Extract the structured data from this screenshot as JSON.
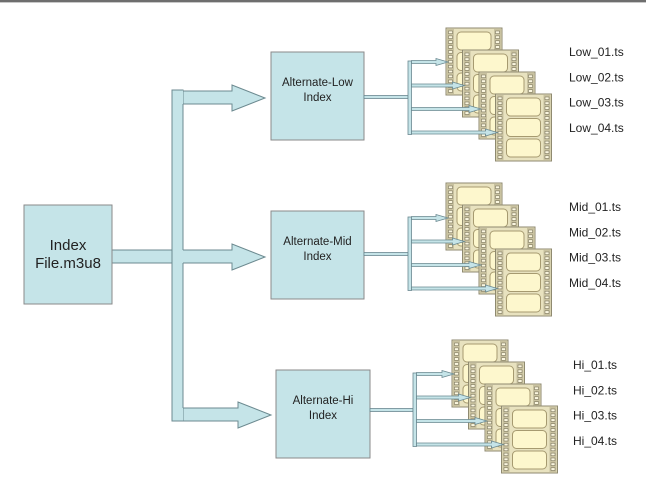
{
  "diagram": {
    "root": {
      "line1": "Index",
      "line2": "File.m3u8"
    },
    "branches": [
      {
        "id": "low",
        "line1": "Alternate-Low",
        "line2": "Index",
        "segments": [
          "Low_01.ts",
          "Low_02.ts",
          "Low_03.ts",
          "Low_04.ts"
        ]
      },
      {
        "id": "mid",
        "line1": "Alternate-Mid",
        "line2": "Index",
        "segments": [
          "Mid_01.ts",
          "Mid_02.ts",
          "Mid_03.ts",
          "Mid_04.ts"
        ]
      },
      {
        "id": "hi",
        "line1": "Alternate-Hi",
        "line2": "Index",
        "segments": [
          "Hi_01.ts",
          "Hi_02.ts",
          "Hi_03.ts",
          "Hi_04.ts"
        ]
      }
    ],
    "colors": {
      "box_fill": "#c5e4e8",
      "film_frame": "#fdf7cd"
    }
  }
}
